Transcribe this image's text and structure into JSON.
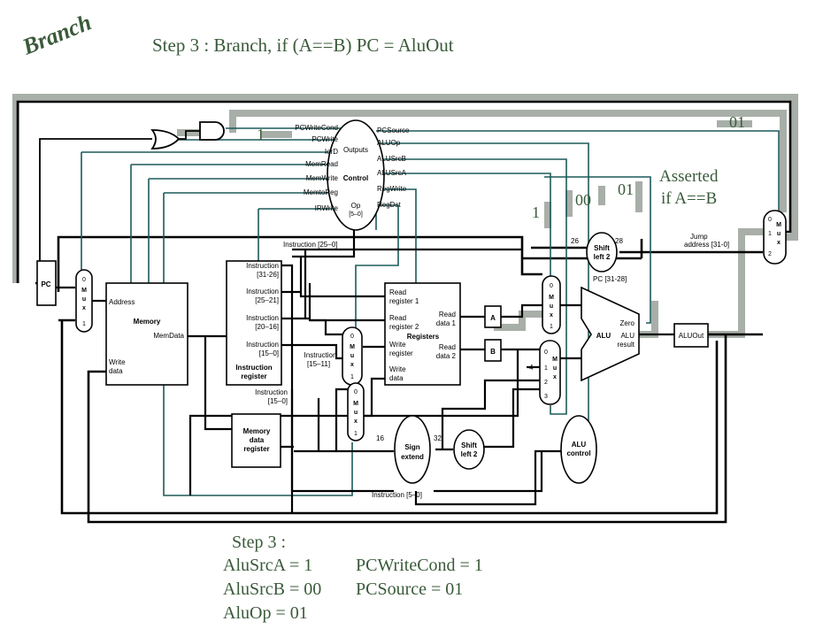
{
  "header": {
    "tag": "Branch",
    "step_title": "Step 3 : Branch, if (A==B) PC = AluOut"
  },
  "annotations": {
    "pcwritecond_value": "1",
    "pcsource_value": "01",
    "alusrcb_value": "00",
    "alusrca_value": "1",
    "aluop_value": "01",
    "asserted_line1": "Asserted",
    "asserted_line2": "if A==B"
  },
  "control": {
    "label": "Control",
    "outputs_label": "Outputs",
    "op_label": "Op",
    "op_range": "[5–0]",
    "left_signals": [
      "PCWriteCond",
      "PCWrite",
      "IorD",
      "MemRead",
      "MemWrite",
      "MemtoReg",
      "IRWrite"
    ],
    "right_signals": [
      "PCSource",
      "ALUOp",
      "ALUSrcB",
      "ALUSrcA",
      "RegWrite",
      "RegDst"
    ]
  },
  "blocks": {
    "pc": "PC",
    "memory": "Memory",
    "mem_address": "Address",
    "mem_memdata": "MemData",
    "mem_write": "Write",
    "mem_data": "data",
    "ir_fields": [
      "Instruction",
      "[31-26]",
      "Instruction",
      "[25–21]",
      "Instruction",
      "[20–16]",
      "Instruction",
      "[15–0]"
    ],
    "ir_title1": "Instruction",
    "ir_title2": "register",
    "ir_bottom1": "Instruction",
    "ir_bottom2": "[15–0]",
    "mdr1": "Memory",
    "mdr2": "data",
    "mdr3": "register",
    "instr_15_11a": "Instruction",
    "instr_15_11b": "[15–11]",
    "instr_25_0": "Instruction [25–0]",
    "instr_5_0": "Instruction [5–0]",
    "reg_read1a": "Read",
    "reg_read1b": "register 1",
    "reg_read2a": "Read",
    "reg_read2b": "register 2",
    "reg_title": "Registers",
    "reg_writea": "Write",
    "reg_writeb": "register",
    "reg_writedata_a": "Write",
    "reg_writedata_b": "data",
    "reg_rd1a": "Read",
    "reg_rd1b": "data 1",
    "reg_rd2a": "Read",
    "reg_rd2b": "data 2",
    "a": "A",
    "b": "B",
    "alu": "ALU",
    "alu_zero": "Zero",
    "alu_result_a": "ALU",
    "alu_result_b": "result",
    "aluout": "ALUOut",
    "alu_control_a": "ALU",
    "alu_control_b": "control",
    "sign_extend_a": "Sign",
    "sign_extend_b": "extend",
    "shift_left_a": "Shift",
    "shift_left_b": "left 2",
    "jump_a": "Jump",
    "jump_b": "address [31-0]",
    "pc_31_28": "PC [31-28]",
    "bits_26": "26",
    "bits_28": "28",
    "bits_16": "16",
    "bits_32": "32",
    "const_4": "4",
    "mux_letters": [
      "M",
      "u",
      "x"
    ]
  },
  "footer": {
    "title": "Step 3 :",
    "line1_left": "AluSrcA = 1",
    "line1_right": "PCWriteCond = 1",
    "line2_left": "AluSrcB = 00",
    "line2_right": "PCSource = 01",
    "line3_left": "AluOp = 01"
  },
  "colors": {
    "title_green": "#3a5a3a",
    "control_teal": "#1d5a5a",
    "highlight_gray": "#a8aea8",
    "wire_black": "#000000"
  }
}
